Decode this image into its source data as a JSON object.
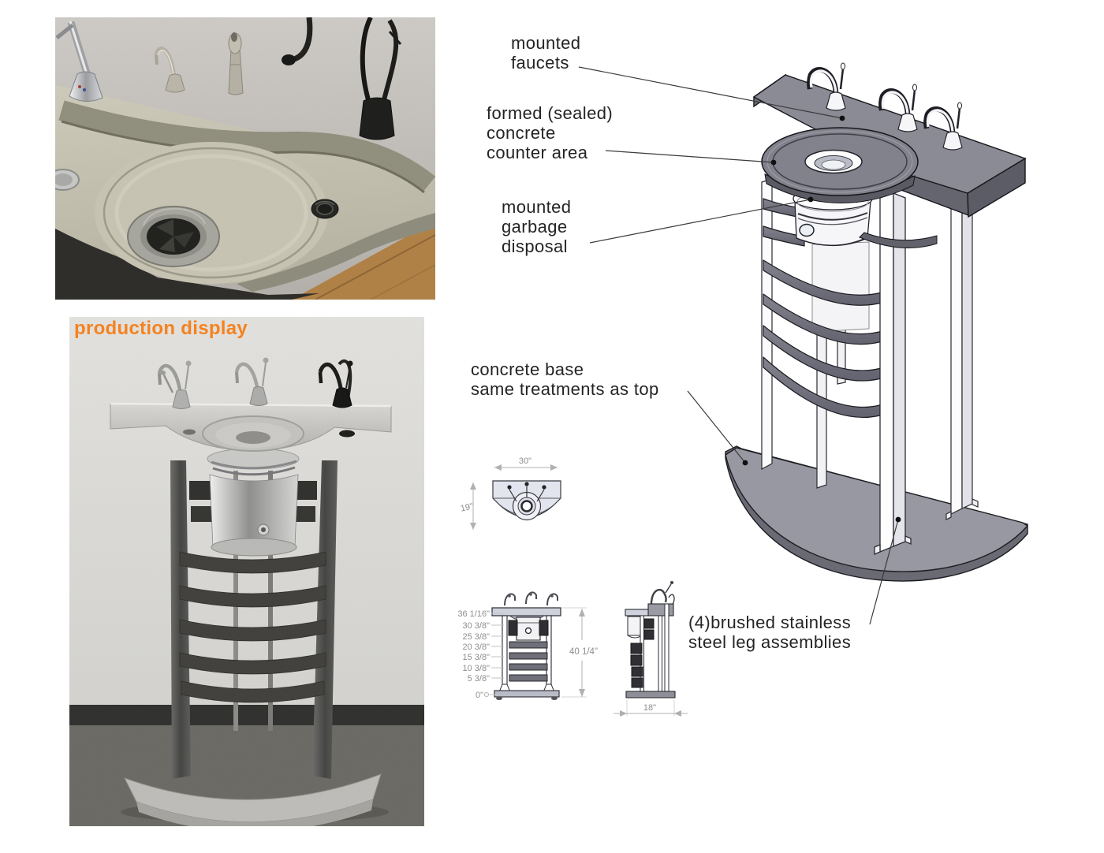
{
  "page": {
    "background": "#ffffff"
  },
  "colors": {
    "accent_orange": "#f58220",
    "callout_text": "#242424",
    "dimension_text": "#8e8e91",
    "cad_top_gray": "#8b8b96",
    "cad_side_gray": "#5d5d67",
    "cad_band_gray": "#6e6e79"
  },
  "photos": {
    "production_display_label": "production display"
  },
  "callouts": {
    "mounted_faucets": "mounted\nfaucets",
    "concrete_counter": "formed (sealed)\nconcrete\ncounter area",
    "garbage_disposal": "mounted\ngarbage\ndisposal",
    "concrete_base": "concrete base\nsame treatments as top",
    "leg_assemblies": "(4)brushed stainless\nsteel leg assemblies"
  },
  "drawings": {
    "top_view": {
      "width": "30\"",
      "depth": "19\""
    },
    "front_view": {
      "height_marks": [
        "36 1/16\"",
        "30 3/8\"",
        "25 3/8\"",
        "20 3/8\"",
        "15 3/8\"",
        "10 3/8\"",
        "5 3/8\"",
        "0\""
      ],
      "overall_height": "40 1/4\""
    },
    "side_view": {
      "depth": "18\""
    }
  }
}
